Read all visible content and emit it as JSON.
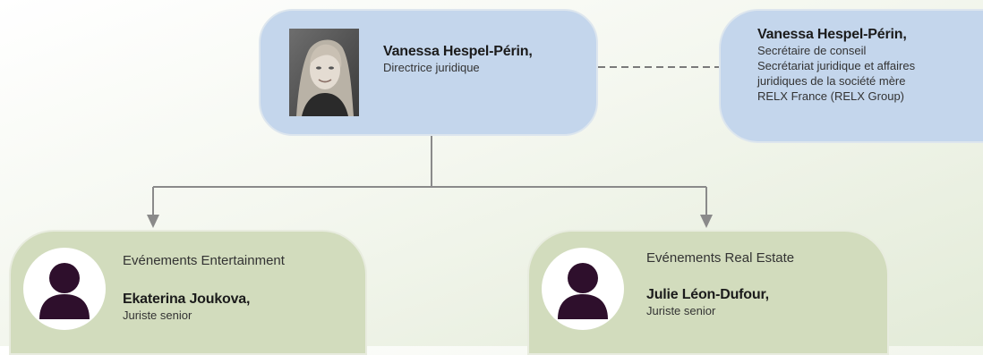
{
  "director": {
    "name": "Vanessa Hespel-Périn,",
    "role": "Directrice juridique"
  },
  "secretary": {
    "name": "Vanessa Hespel-Périn,",
    "lines": [
      "Secrétaire de conseil",
      "Secrétariat juridique et affaires",
      "juridiques de la société mère",
      "RELX France (RELX Group)"
    ]
  },
  "reports": [
    {
      "department": "Evénements Entertainment",
      "name": "Ekaterina Joukova,",
      "role": "Juriste senior",
      "icon": "person-silhouette-icon"
    },
    {
      "department": "Evénements Real Estate",
      "name": "Julie Léon-Dufour,",
      "role": "Juriste senior",
      "icon": "person-silhouette-icon"
    }
  ],
  "colors": {
    "director_box": "#c4d6ec",
    "report_box": "#d2dcbd",
    "connector": "#7a7a7a",
    "silhouette": "#2e0f2c"
  }
}
